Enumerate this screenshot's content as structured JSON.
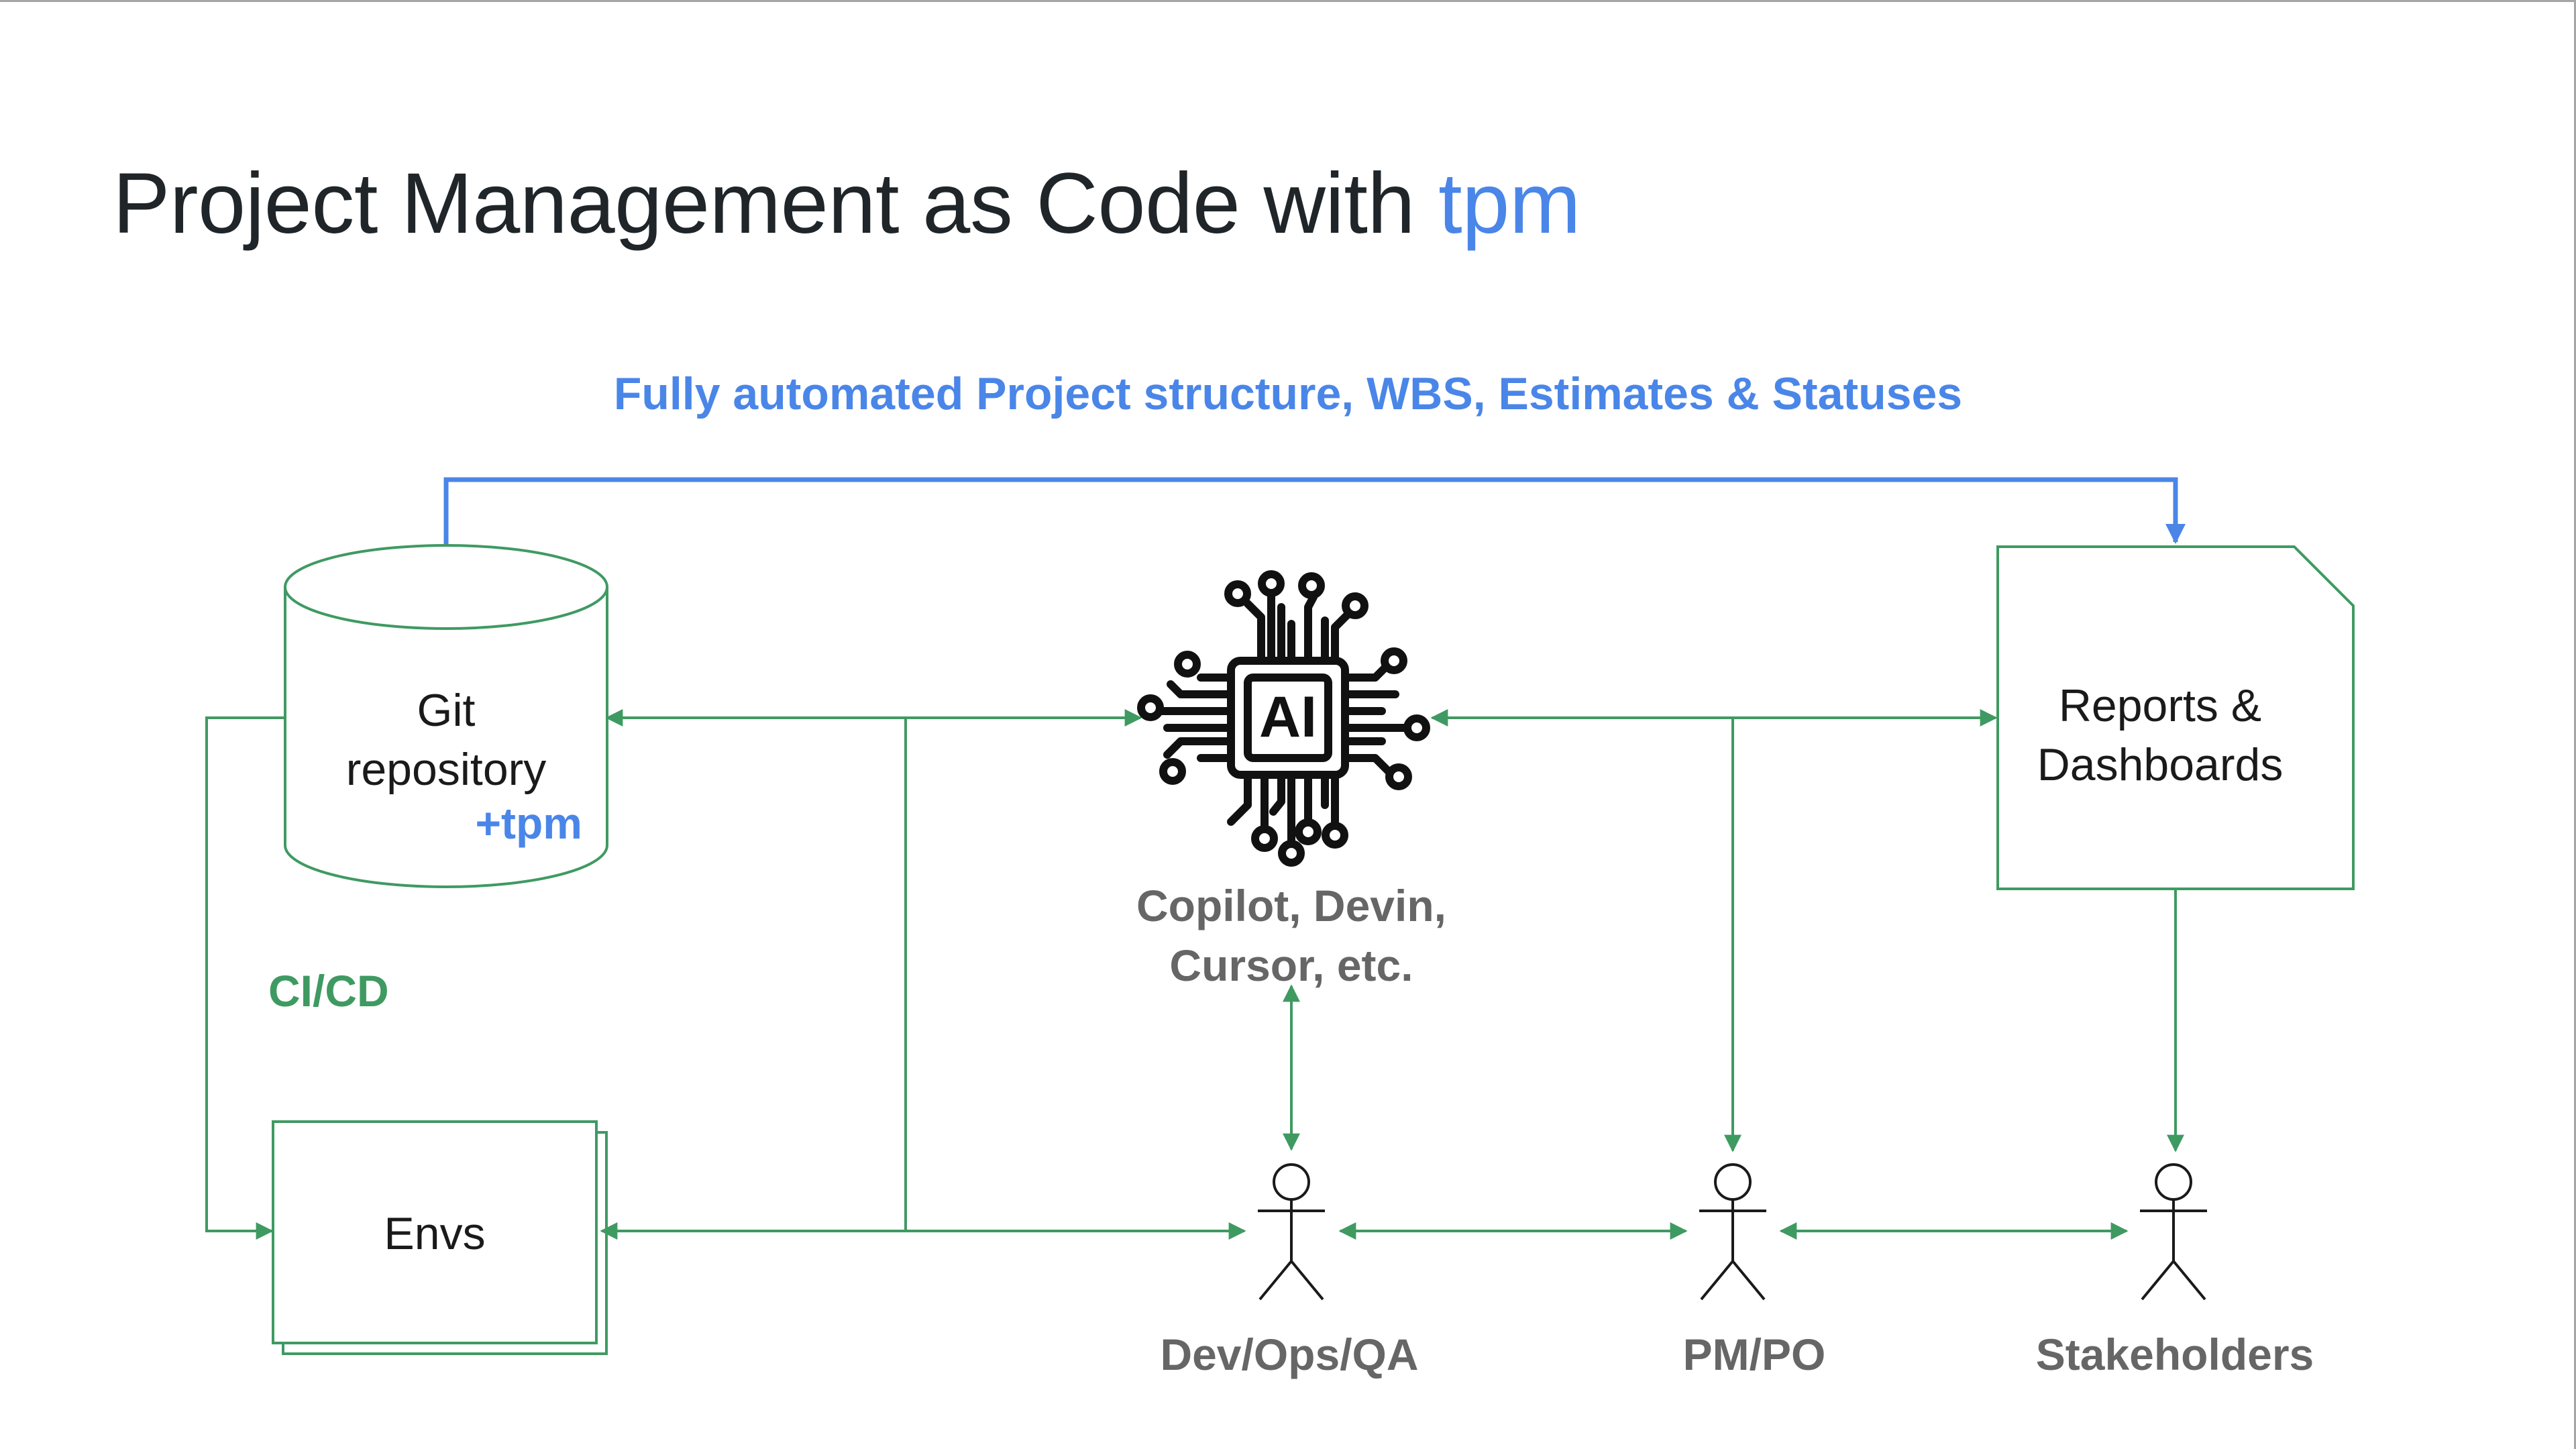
{
  "title": {
    "text": "Project Management as Code with ",
    "accent": "tpm"
  },
  "banner": "Fully automated Project structure, WBS, Estimates & Statuses",
  "nodes": {
    "git": {
      "line1": "Git",
      "line2": "repository",
      "tag": "+tpm"
    },
    "ai": {
      "chip": "AI",
      "line1": "Copilot, Devin,",
      "line2": "Cursor, etc."
    },
    "reports": {
      "line1": "Reports &",
      "line2": "Dashboards"
    },
    "envs": {
      "label": "Envs"
    },
    "cicd": "CI/CD",
    "actors": {
      "dev": "Dev/Ops/QA",
      "pm": "PM/PO",
      "stakeholders": "Stakeholders"
    }
  },
  "colors": {
    "blue": "#4a86e8",
    "green": "#3f9a62",
    "gray": "#666666",
    "dark": "#1f2528"
  }
}
